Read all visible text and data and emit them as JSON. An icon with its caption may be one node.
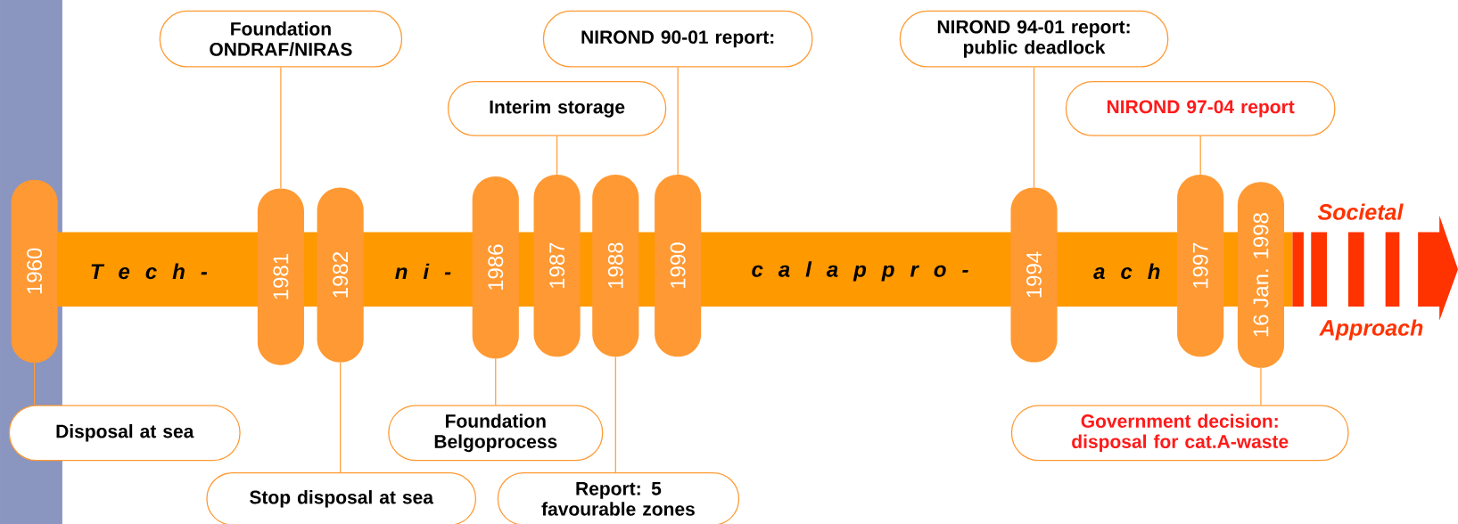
{
  "diagram": {
    "nodes": [
      {
        "text": [
          "Foundation ONDRAF/NIRAS"
        ]
      },
      {
        "text": [
          "NIROND 90-01 report:"
        ]
      },
      {
        "text": [
          "Interim storage"
        ]
      },
      {
        "text": [
          "NIROND 94-01 report: public deadlock"
        ]
      },
      {
        "text": [
          "NIROND 97-04 report"
        ]
      },
      {
        "text": [
          "1960"
        ]
      },
      {
        "text": [
          "1981"
        ]
      },
      {
        "text": [
          "1982"
        ]
      },
      {
        "text": [
          "1986"
        ]
      },
      {
        "text": [
          "1987"
        ]
      },
      {
        "text": [
          "1988"
        ]
      },
      {
        "text": [
          "1990"
        ]
      },
      {
        "text": [
          "1994"
        ]
      },
      {
        "text": [
          "1997"
        ]
      },
      {
        "text": [
          "16 Jan. 1998"
        ]
      },
      {
        "text": [
          "Disposal at sea"
        ]
      },
      {
        "text": [
          "Foundation Belgoprocess"
        ]
      },
      {
        "text": [
          "Government decision: disposal for cat.A-waste"
        ]
      },
      {
        "text": [
          "Stop disposal at sea"
        ]
      },
      {
        "text": [
          "Report: 5 favourable zones"
        ]
      }
    ],
    "edges": [
      {
        "from": 0,
        "to": 6,
        "arrow": "none"
      },
      {
        "from": 1,
        "to": 11,
        "arrow": "none"
      },
      {
        "from": 2,
        "to": 9,
        "arrow": "none"
      },
      {
        "from": 3,
        "to": 12,
        "arrow": "none"
      },
      {
        "from": 4,
        "to": 13,
        "arrow": "none"
      },
      {
        "from": 15,
        "to": 5,
        "arrow": "none"
      },
      {
        "from": 16,
        "to": 8,
        "arrow": "none"
      },
      {
        "from": 17,
        "to": 14,
        "arrow": "none"
      },
      {
        "from": 18,
        "to": 7,
        "arrow": "none"
      },
      {
        "from": 19,
        "to": 10,
        "arrow": "none"
      }
    ],
    "labels": [
      "T e c h -",
      "n i -",
      "c a l a p p r o -",
      "a c h",
      "Societal",
      "Approach"
    ]
  }
}
